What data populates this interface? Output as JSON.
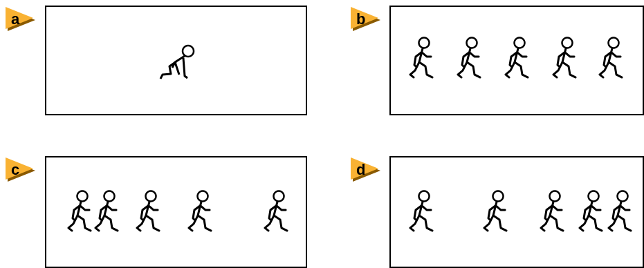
{
  "panels": [
    {
      "label": "a",
      "runners": 0,
      "crouching": 1
    },
    {
      "label": "b",
      "runners": 5,
      "crouching": 0
    },
    {
      "label": "c",
      "runners": 5,
      "crouching": 0
    },
    {
      "label": "d",
      "runners": 5,
      "crouching": 0
    }
  ],
  "colors": {
    "badge_fill": "#F9B233",
    "badge_shadow": "#8A5A00",
    "stroke": "#000000"
  },
  "icons": {
    "badge": "triangle-arrow-badge-icon",
    "runner": "running-stick-figure-icon",
    "crouch": "crouching-stick-figure-icon"
  }
}
